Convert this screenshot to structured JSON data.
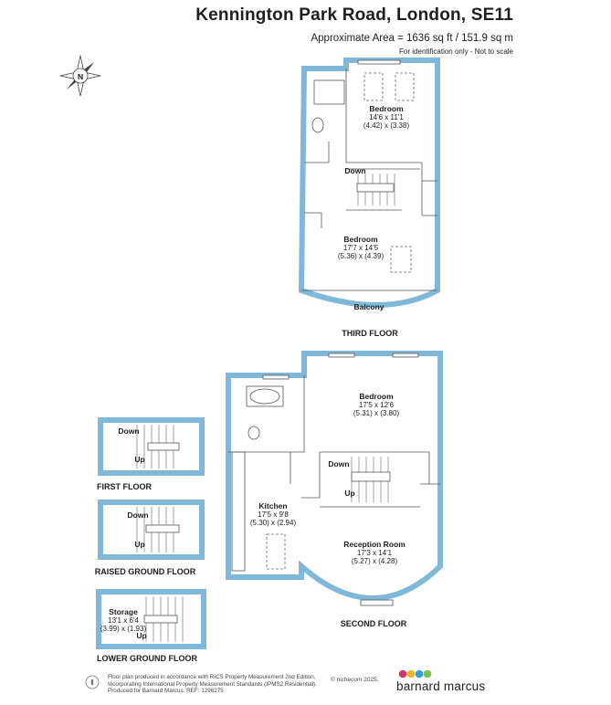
{
  "header": {
    "title": "Kennington Park Road, London, SE11",
    "area": "Approximate Area = 1636 sq ft / 151.9 sq m",
    "note": "For identification only - Not to scale"
  },
  "compass": {
    "label": "N",
    "icon": "north-compass-icon"
  },
  "third_floor": {
    "floor_label": "THIRD FLOOR",
    "rooms": [
      {
        "name": "Bedroom",
        "imperial": "14'6 x 11'1",
        "metric": "(4.42) x (3.38)"
      },
      {
        "name": "Bedroom",
        "imperial": "17'7 x 14'5",
        "metric": "(5.36) x (4.39)"
      }
    ],
    "balcony": "Balcony",
    "stair_label": "Down"
  },
  "second_floor": {
    "floor_label": "SECOND FLOOR",
    "rooms": [
      {
        "name": "Bedroom",
        "imperial": "17'5 x 12'6",
        "metric": "(5.31) x (3.80)"
      },
      {
        "name": "Kitchen",
        "imperial": "17'5 x 9'8",
        "metric": "(5.30) x (2.94)"
      },
      {
        "name": "Reception Room",
        "imperial": "17'3 x 14'1",
        "metric": "(5.27) x (4.28)"
      }
    ],
    "stair_down": "Down",
    "stair_up": "Up"
  },
  "first_floor": {
    "floor_label": "FIRST FLOOR",
    "stair_down": "Down",
    "stair_up": "Up"
  },
  "raised_ground_floor": {
    "floor_label": "RAISED GROUND FLOOR",
    "stair_down": "Down",
    "stair_up": "Up"
  },
  "lower_ground_floor": {
    "floor_label": "LOWER GROUND FLOOR",
    "room": {
      "name": "Storage",
      "imperial": "13'1 x 6'4",
      "metric": "(3.99) x (1.93)"
    },
    "stair_up": "Up"
  },
  "footer": {
    "line1": "Floor plan produced in accordance with RICS Property Measurement 2nd Edition,",
    "line2": "Incorporating International Property Measurement Standards (IPMS2 Residential).",
    "copyright": "© nichecom 2025.",
    "line3": "Produced for Barnard Marcus.",
    "ref": "REF: 1296275",
    "brand": "barnard marcus",
    "brand_colors": [
      "#d1336b",
      "#e8b62d",
      "#3a9fd0",
      "#7cbf4a"
    ]
  },
  "colors": {
    "wall": "#7fb8d8",
    "line": "#4a4a4a"
  }
}
